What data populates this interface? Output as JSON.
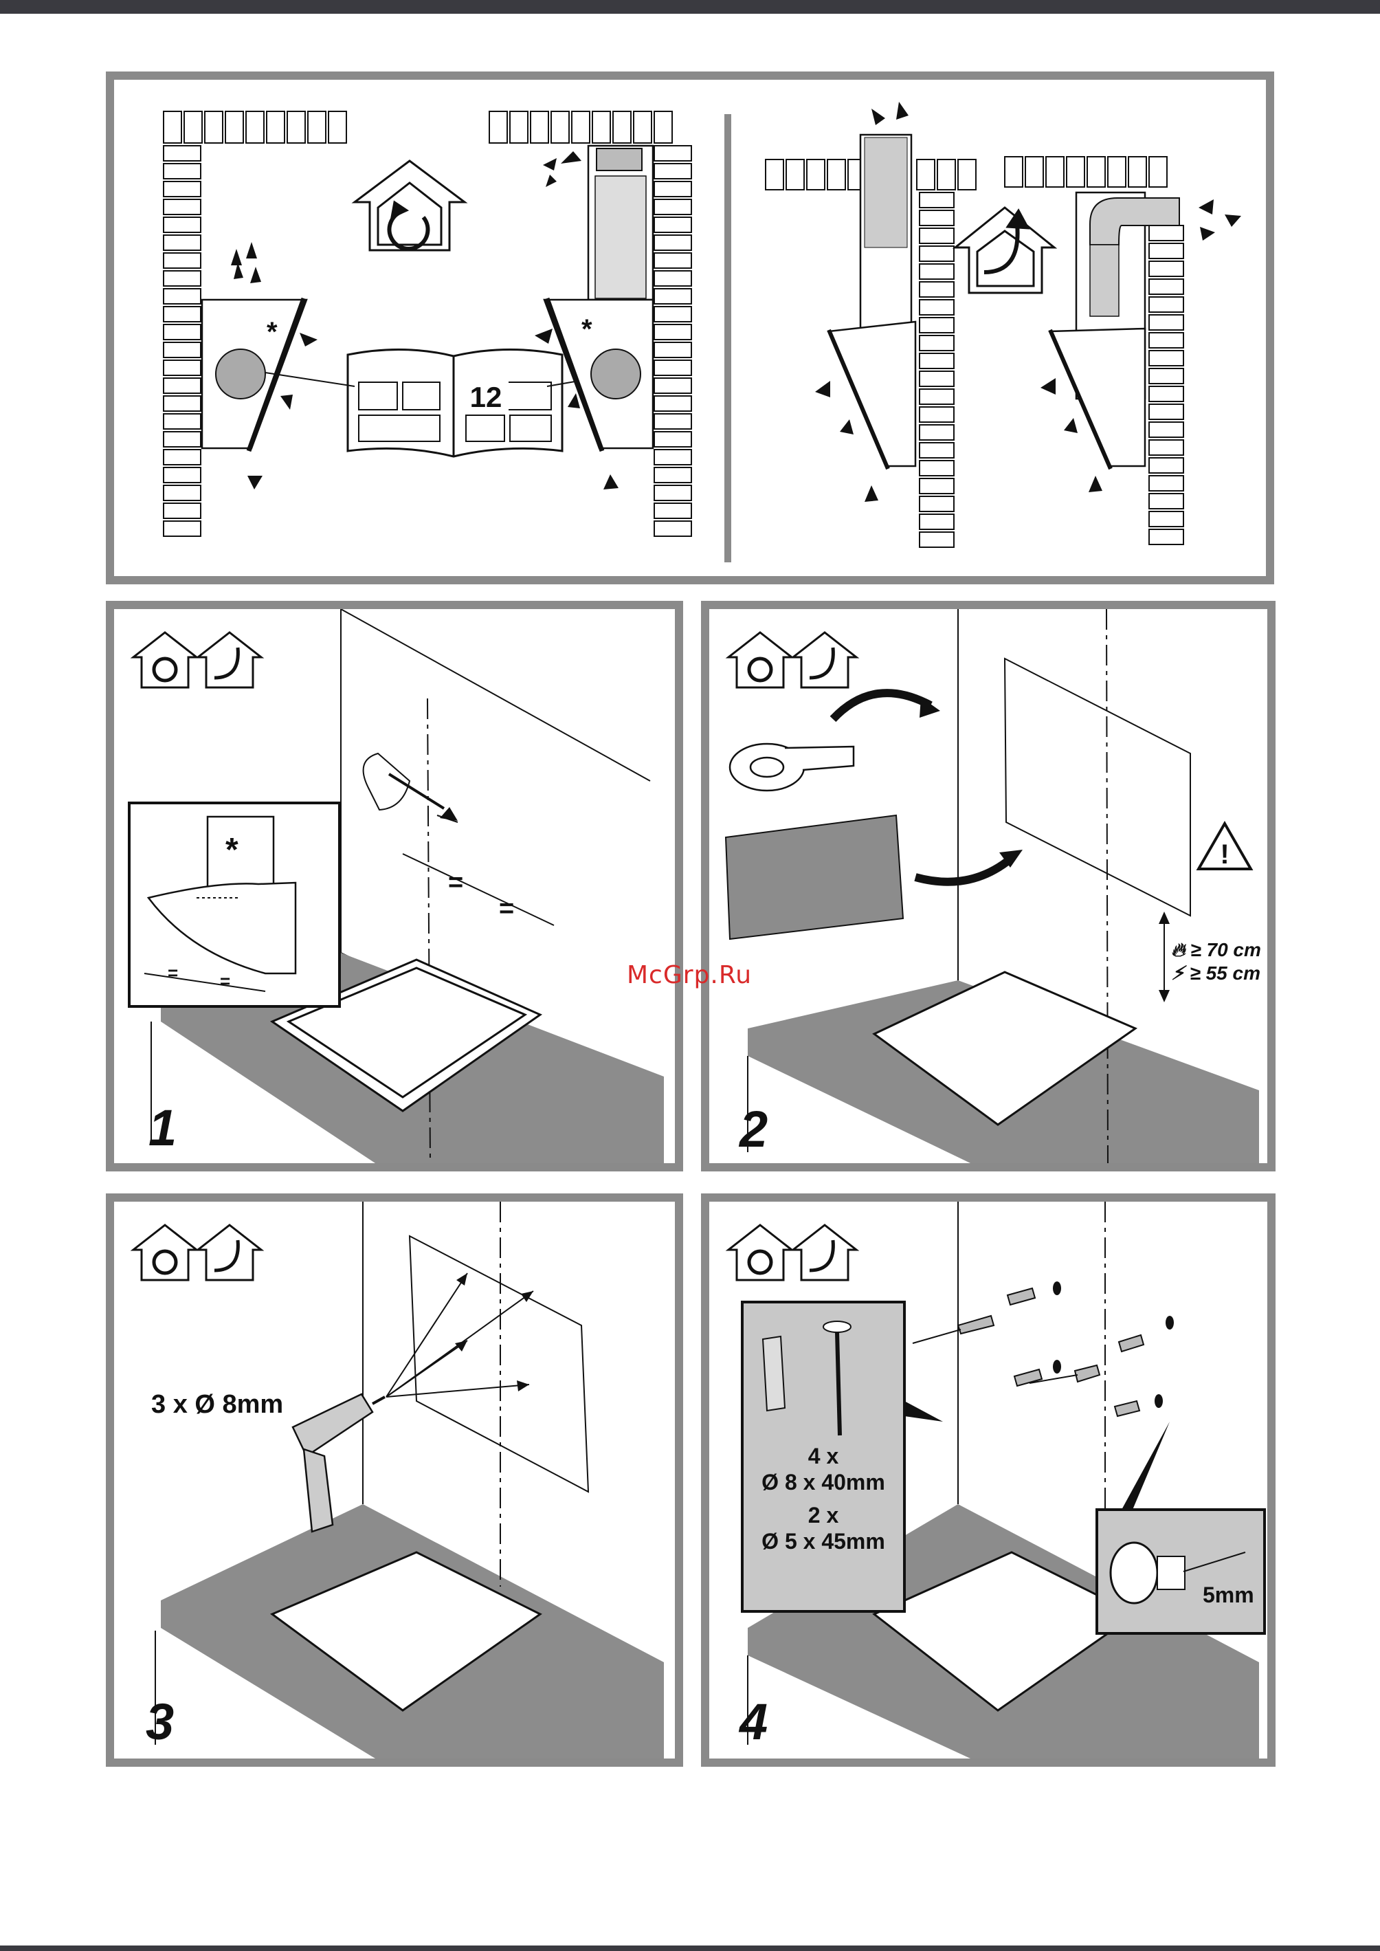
{
  "top_panel": {
    "manual_page_ref": "12",
    "asterisk": "*"
  },
  "steps": [
    {
      "number": "1",
      "asterisk": "*",
      "equal_mark": "="
    },
    {
      "number": "2",
      "warning_symbol": "!",
      "clearance_gas": "≥ 70 cm",
      "clearance_electric": "≥ 55 cm"
    },
    {
      "number": "3",
      "drill_label": "3 x Ø 8mm"
    },
    {
      "number": "4",
      "plug_count": "4 x",
      "plug_size": "Ø 8 x 40mm",
      "screw_count": "2 x",
      "screw_size": "Ø 5 x 45mm",
      "screw_gap": "5mm"
    }
  ],
  "watermark": "McGrp.Ru",
  "icons": [
    "recirculation-mode-icon",
    "extraction-mode-icon",
    "warning-triangle-icon",
    "gas-flame-icon",
    "electric-icon"
  ],
  "colors": {
    "frame": "#8a8a8a",
    "counter": "#8c8c8c",
    "ink": "#111111",
    "watermark": "#d92a2a"
  }
}
